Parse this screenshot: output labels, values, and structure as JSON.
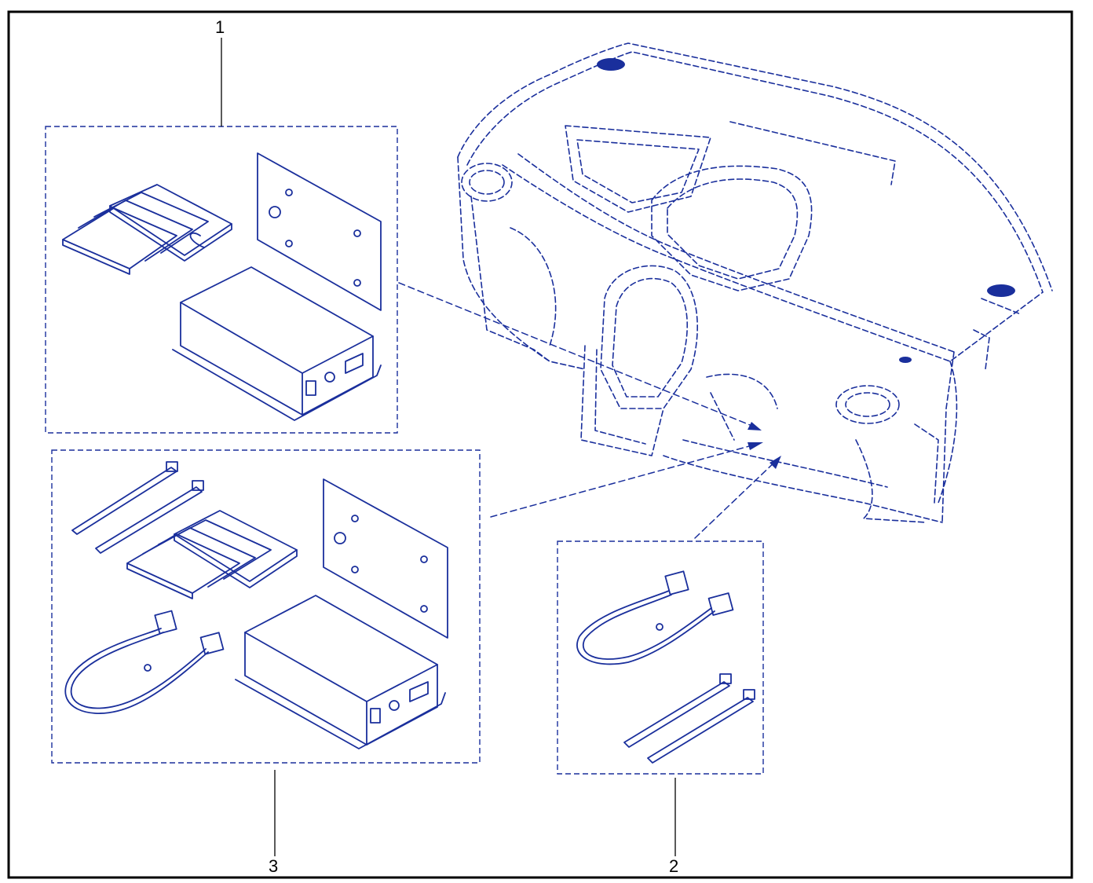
{
  "colors": {
    "ink": "#1a2f9c",
    "leader": "#000000",
    "frame": "#000000",
    "background": "#ffffff"
  },
  "callouts": {
    "c1": "1",
    "c2": "2",
    "c3": "3"
  }
}
